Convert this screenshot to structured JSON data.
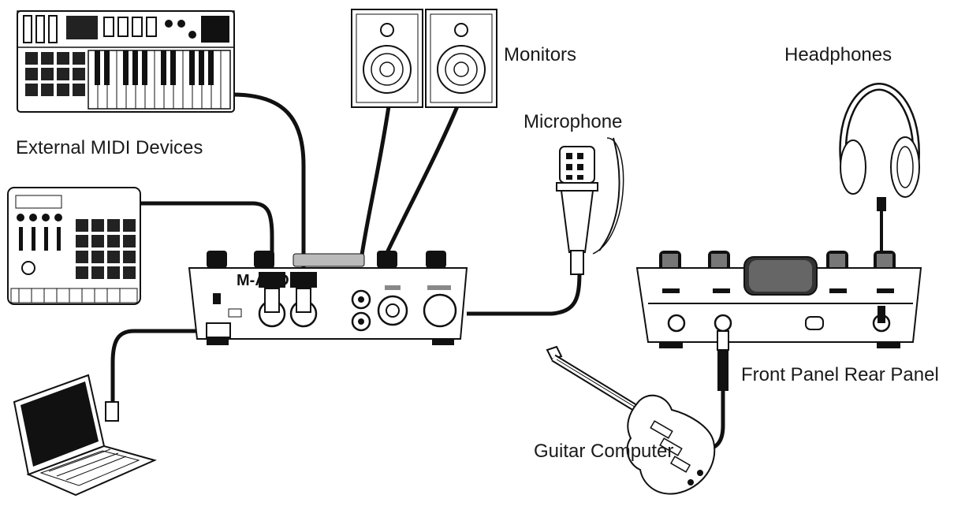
{
  "labels": {
    "monitors": "Monitors",
    "headphones": "Headphones",
    "microphone": "Microphone",
    "external_midi": "External MIDI Devices",
    "panels": "Front Panel Rear Panel",
    "guitar_computer": "Guitar Computer"
  },
  "brand": "M-AUDIO",
  "colors": {
    "ink": "#111111",
    "background": "#ffffff"
  }
}
